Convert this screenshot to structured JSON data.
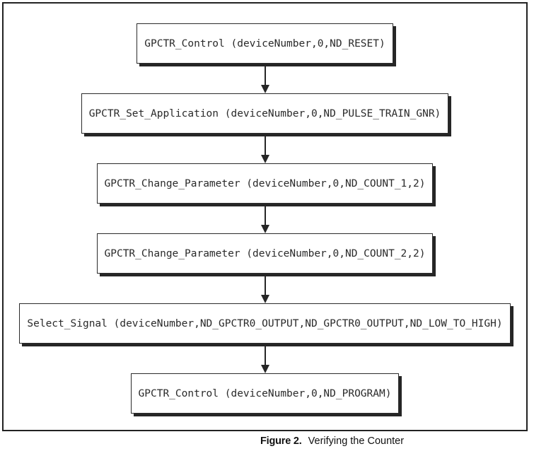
{
  "figure": {
    "caption_label": "Figure 2.",
    "caption_title": "Verifying the Counter"
  },
  "flow": {
    "steps": [
      {
        "label": "GPCTR_Control (deviceNumber,0,ND_RESET)"
      },
      {
        "label": "GPCTR_Set_Application (deviceNumber,0,ND_PULSE_TRAIN_GNR)"
      },
      {
        "label": "GPCTR_Change_Parameter (deviceNumber,0,ND_COUNT_1,2)"
      },
      {
        "label": "GPCTR_Change_Parameter (deviceNumber,0,ND_COUNT_2,2)"
      },
      {
        "label": "Select_Signal (deviceNumber,ND_GPCTR0_OUTPUT,ND_GPCTR0_OUTPUT,ND_LOW_TO_HIGH)"
      },
      {
        "label": "GPCTR_Control (deviceNumber,0,ND_PROGRAM)"
      }
    ]
  },
  "colors": {
    "ink": "#262626",
    "box_border": "#2b2b2b",
    "background": "#ffffff"
  }
}
